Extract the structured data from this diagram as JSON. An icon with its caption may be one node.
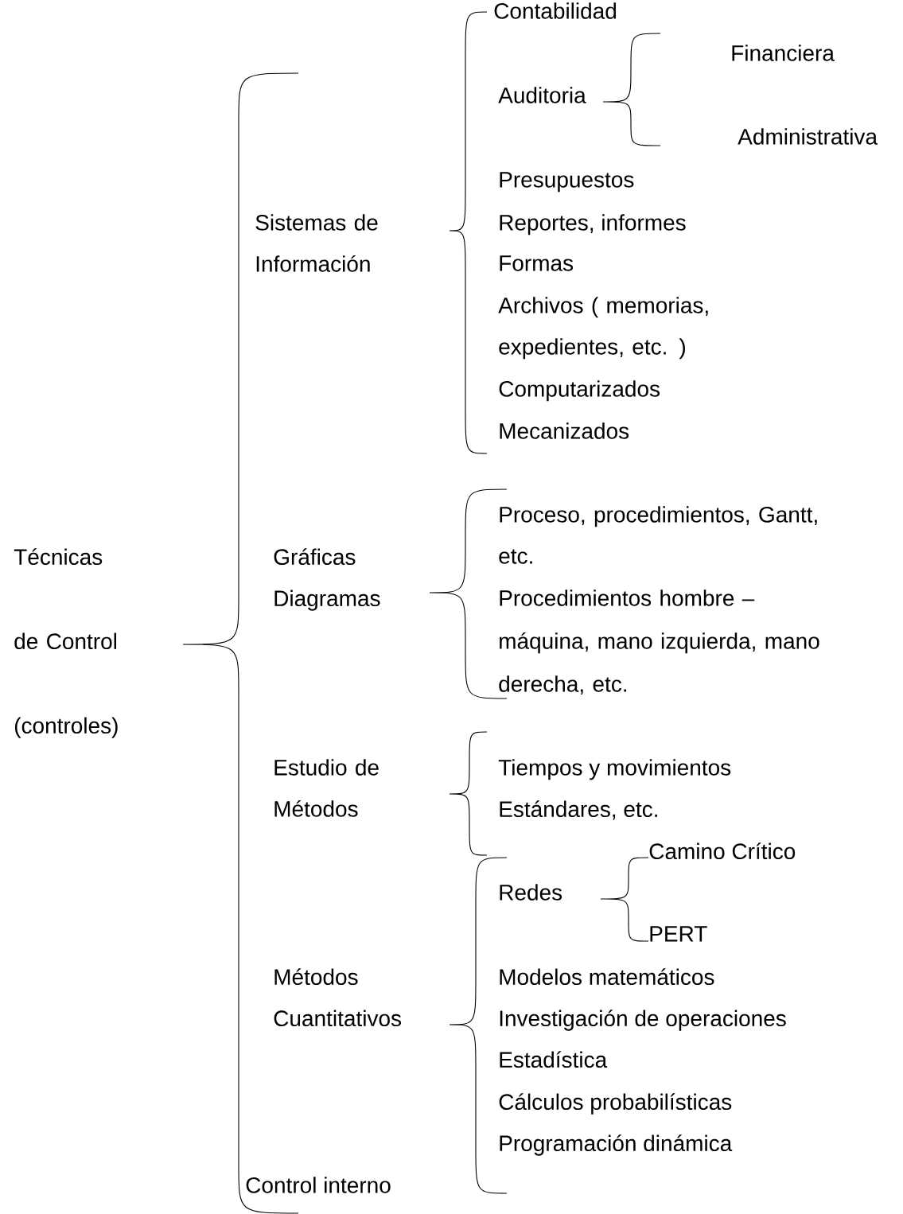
{
  "diagram": {
    "labels": [
      "Contabilidad",
      "Financiera",
      "Auditoria",
      "Administrativa",
      "Presupuestos",
      "Sistemas de Información",
      "Reportes, informes",
      "Formas",
      "Archivos ( memorias, expedientes, etc. )",
      "Computarizados",
      "Mecanizados",
      "Proceso, procedimientos, Gantt, etc.",
      "Técnicas de Control (controles)",
      "Gráficas Diagramas",
      "Procedimientos hombre –máquina, mano izquierda, mano derecha, etc.",
      "Estudio de Métodos",
      "Tiempos y movimientos",
      "Estándares, etc.",
      "Camino Crítico",
      "Redes",
      "PERT",
      "Métodos Cuantitativos",
      "Modelos matemáticos",
      "Investigación de operaciones",
      "Estadística",
      "Cálculos probabilísticas",
      "Programación dinámica",
      "Control interno"
    ]
  }
}
